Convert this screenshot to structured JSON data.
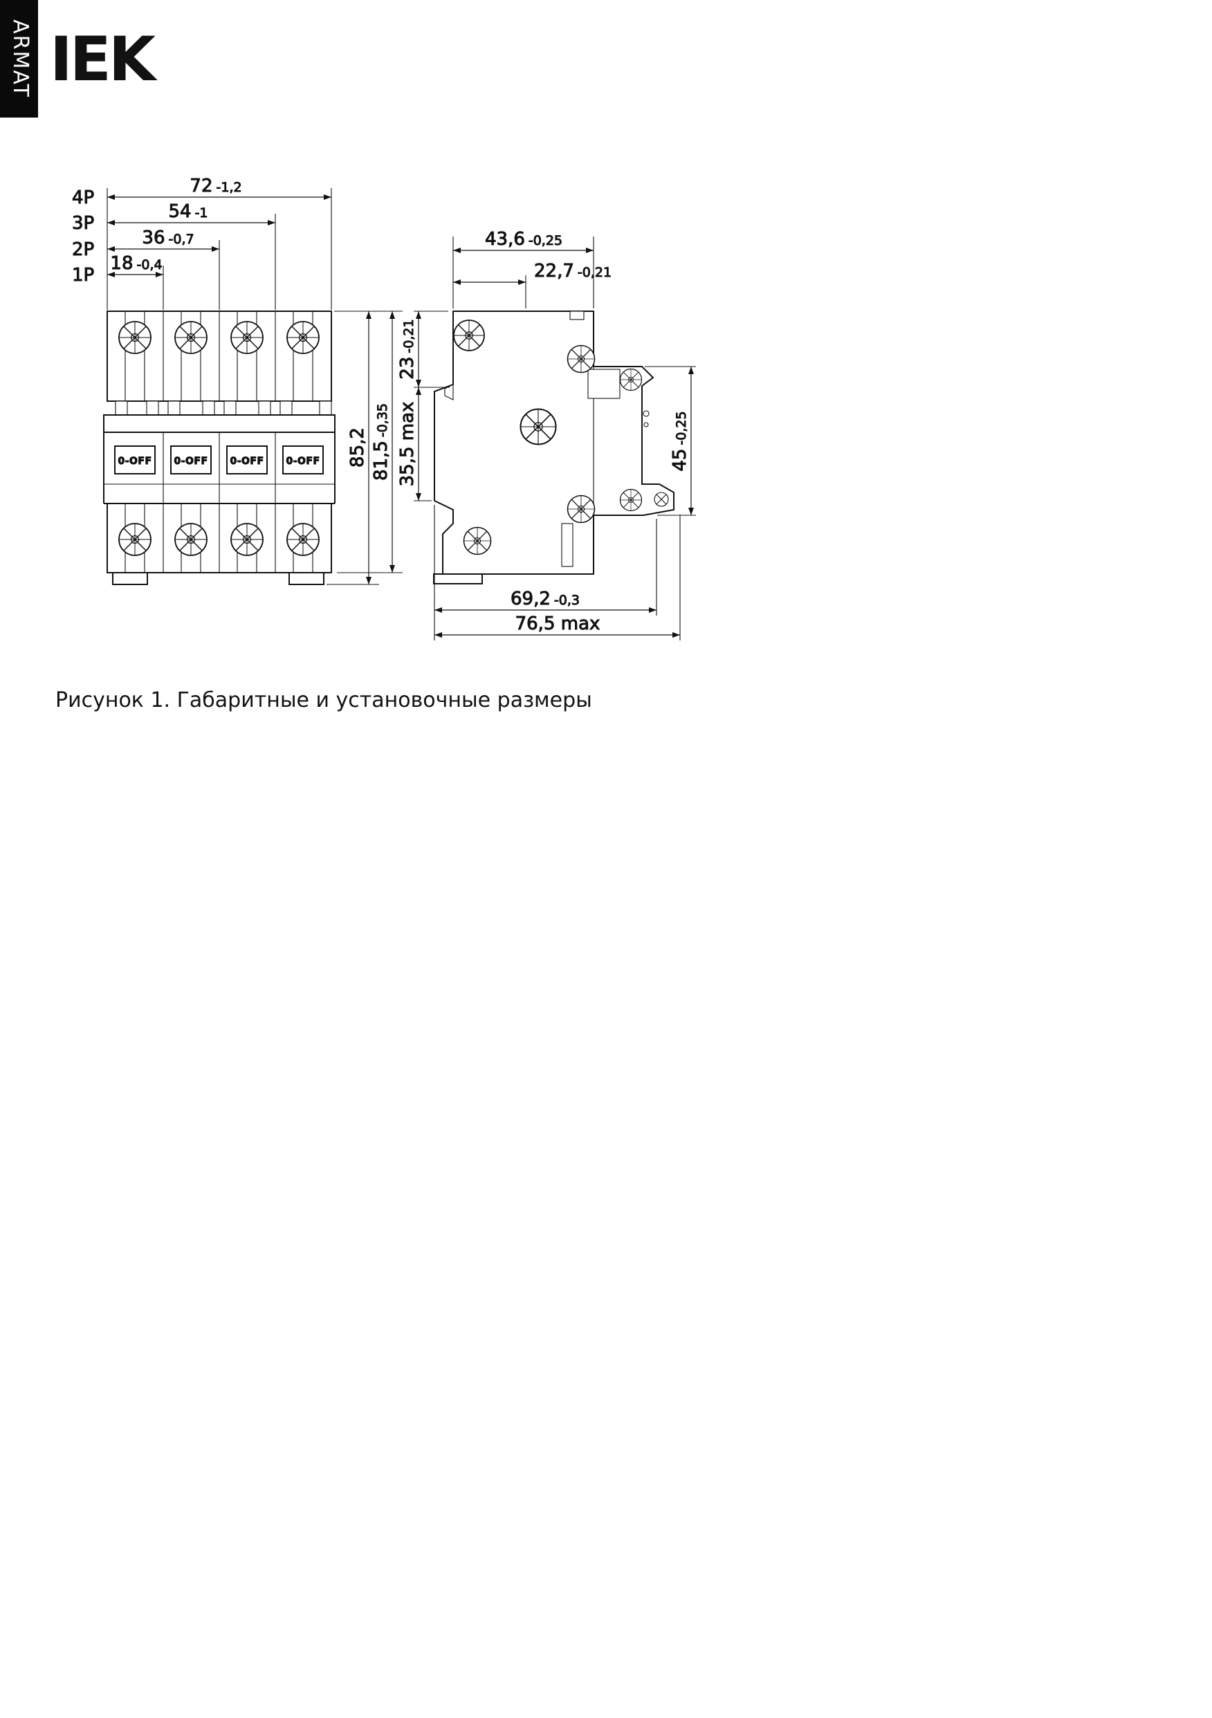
{
  "brand": {
    "vertical_label": "ARMAT",
    "logo_text": "IEK"
  },
  "caption": "Рисунок 1. Габаритные и установочные размеры",
  "front_view": {
    "toggle_label": "0-OFF",
    "pole_dims": [
      {
        "pole": "4P",
        "value": "72",
        "tolerance": "-1,2"
      },
      {
        "pole": "3P",
        "value": "54",
        "tolerance": "-1"
      },
      {
        "pole": "2P",
        "value": "36",
        "tolerance": "-0,7"
      },
      {
        "pole": "1P",
        "value": "18",
        "tolerance": "-0,4"
      }
    ],
    "height_overall": {
      "value": "85,2"
    },
    "height_body": {
      "value": "81,5",
      "tolerance": "-0,35"
    }
  },
  "side_view": {
    "width_overall": {
      "value": "43,6",
      "tolerance": "-0,25"
    },
    "width_top": {
      "value": "22,7",
      "tolerance": "-0,21"
    },
    "depth_top": {
      "value": "23",
      "tolerance": "-0,21"
    },
    "depth_front": {
      "value": "35,5 max"
    },
    "din_recess_height": {
      "value": "45",
      "tolerance": "-0,25"
    },
    "depth_mount": {
      "value": "69,2",
      "tolerance": "-0,3"
    },
    "depth_max": {
      "value": "76,5 max"
    }
  }
}
